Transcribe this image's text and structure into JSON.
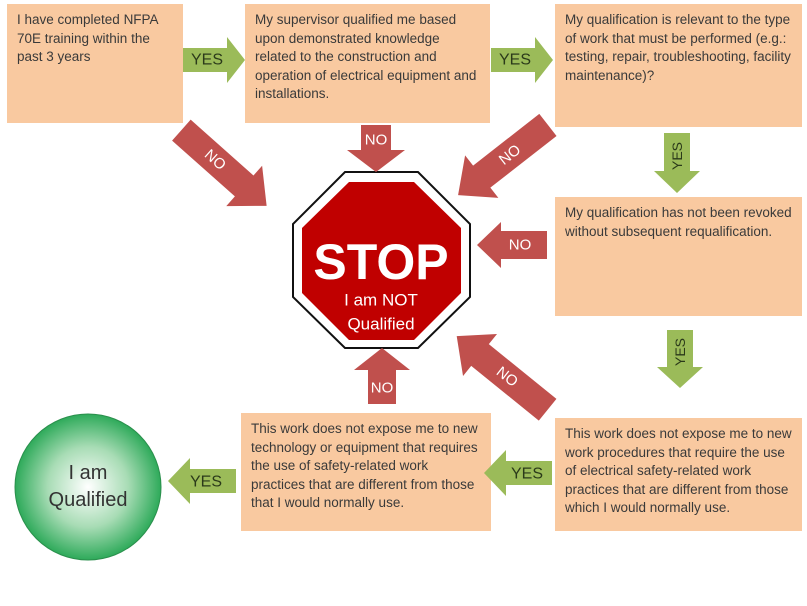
{
  "boxes": {
    "training": "I  have completed NFPA 70E training within the past 3 years",
    "supervisor": "My supervisor qualified me based upon demonstrated knowledge related to the construction and operation of electrical equipment and installations.",
    "relevant": "My qualification is relevant to the type of work that must be performed (e.g.: testing, repair, troubleshooting, facility maintenance)?",
    "not_revoked": "My qualification has not been revoked without subsequent requalification.",
    "procedures": "This work does not expose me to new work procedures that require the use of electrical safety-related work practices that are different from those which I would normally use.",
    "technology": "This work does not expose me to new technology or equipment that requires the use of safety-related work practices that are different from those that I would normally use."
  },
  "stop": {
    "title": "STOP",
    "line1": "I am NOT",
    "line2": "Qualified"
  },
  "qualified": {
    "line1": "I am",
    "line2": "Qualified"
  },
  "labels": {
    "yes": "YES",
    "no": "NO"
  },
  "colors": {
    "box": "#F9C9A0",
    "yes_arrow": "#9BBB59",
    "no_arrow": "#C0504D",
    "stop": "#C00000",
    "circle": "#2EAA5A"
  }
}
